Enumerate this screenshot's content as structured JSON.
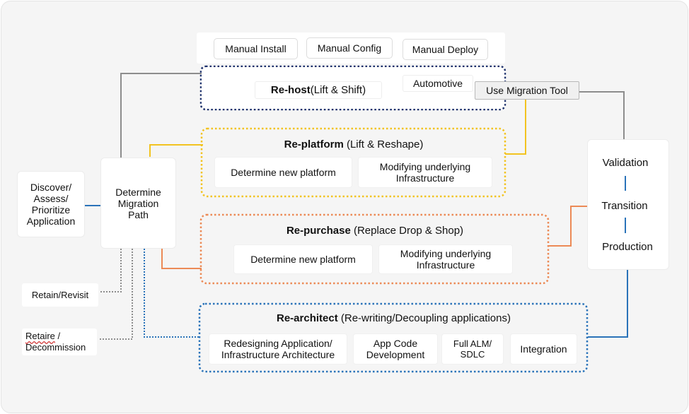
{
  "colors": {
    "rehost": "#1b2f6b",
    "replatform": "#f2c320",
    "repurchase": "#ec8a56",
    "rearchitect": "#2a73b9",
    "connector_gray": "#8d8d8d"
  },
  "top_buttons": [
    "Manual Install",
    "Manual Config",
    "Manual Deploy"
  ],
  "discover": {
    "lines": [
      "Discover/",
      "Assess/",
      "Prioritize",
      "Application"
    ]
  },
  "determine": {
    "lines": [
      "Determine",
      "Migration",
      "Path"
    ]
  },
  "retain": "Retain/Revisit",
  "retire": {
    "word": "Retaire",
    "suffix": " /",
    "line2": "Decommission"
  },
  "rehost": {
    "title_bold": "Re-host",
    "title_rest": " (Lift & Shift)",
    "automotive": "Automotive",
    "migration_tool": "Use Migration Tool"
  },
  "replatform": {
    "title_bold": "Re-platform",
    "title_rest": " (Lift & Reshape)",
    "items": [
      {
        "l1": "Determine new platform",
        "l2": ""
      },
      {
        "l1": "Modifying underlying",
        "l2": "Infrastructure"
      }
    ]
  },
  "repurchase": {
    "title_bold": "Re-purchase",
    "title_rest": " (Replace Drop & Shop)",
    "items": [
      {
        "l1": "Determine new platform",
        "l2": ""
      },
      {
        "l1": "Modifying underlying",
        "l2": "Infrastructure"
      }
    ]
  },
  "rearchitect": {
    "title_bold": "Re-architect",
    "title_rest": " (Re-writing/Decoupling applications)",
    "items": [
      {
        "l1": "Redesigning Application/",
        "l2": "Infrastructure Architecture"
      },
      {
        "l1": "App Code",
        "l2": "Development"
      },
      {
        "l1": "Full ALM/",
        "l2": "SDLC"
      },
      {
        "l1": "Integration",
        "l2": ""
      }
    ]
  },
  "stages": [
    "Validation",
    "Transition",
    "Production"
  ]
}
